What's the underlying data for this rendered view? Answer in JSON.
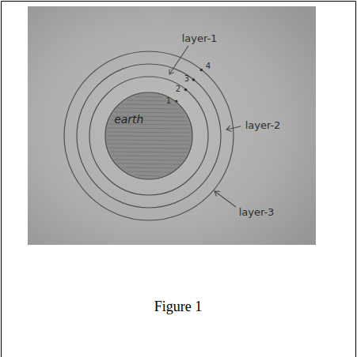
{
  "diagram": {
    "caption": "Figure 1",
    "nodes": [
      {
        "text": [
          "earth"
        ]
      }
    ],
    "labels": [
      "layer-1",
      "layer-2",
      "layer-3",
      "1",
      "2",
      "3",
      "4"
    ]
  }
}
